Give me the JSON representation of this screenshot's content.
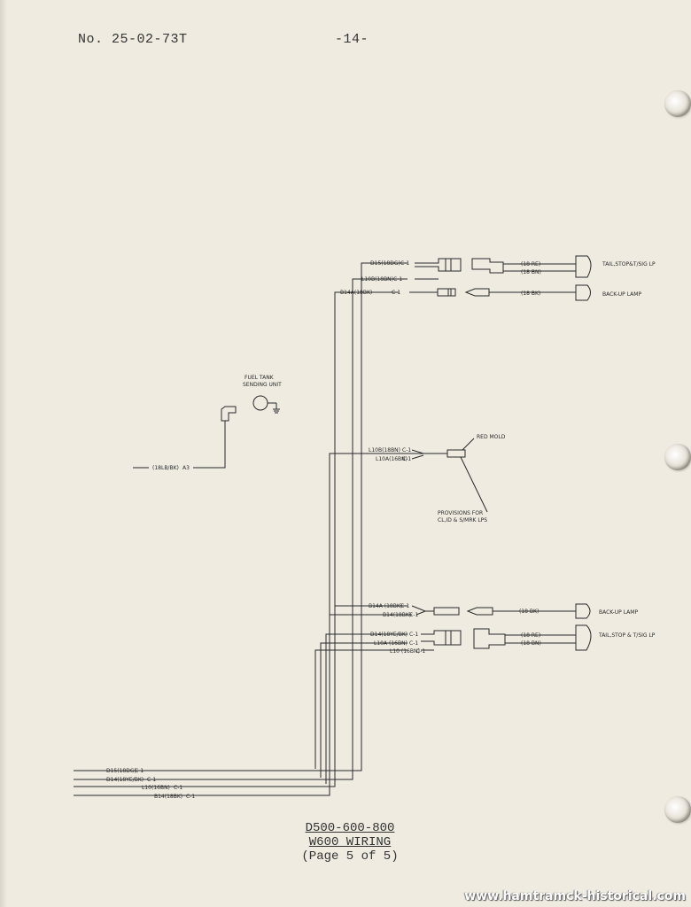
{
  "header": {
    "doc_number": "No. 25-02-73T",
    "page_number": "-14-"
  },
  "diagram": {
    "top_wires": {
      "d15": "D15(18DG)",
      "d15_conn": "C-1",
      "l10b": "L10B(18BN)",
      "l10b_conn": "C-1",
      "b14a": "B14A(18BK)",
      "b14a_conn": "C-1",
      "out_re": "(18 RE)",
      "out_bn": "(18 BN)",
      "out_bk": "(18 BK)"
    },
    "top_lamps": {
      "tail_label": "TAIL,STOP&T/SIG LP",
      "backup_label": "BACK-UP LAMP"
    },
    "fuel_tank": {
      "label_line1": "FUEL TANK",
      "label_line2": "SENDING UNIT",
      "wire": "(18LB/BK)",
      "conn": "A3"
    },
    "middle": {
      "l10b": "L10B(18BN)",
      "l10b_conn": "C-1",
      "l10a": "L10A(16BN)",
      "l10a_conn": "C-1",
      "red_mold": "RED MOLD",
      "provisions_line1": "PROVISIONS FOR",
      "provisions_line2": "CL,ID & S/MRK LPS"
    },
    "lower_wires": {
      "b14a": "B14A (18BK)",
      "b14a_conn": "C-1",
      "b14": "B14(18BK)",
      "b14_conn": "C-1",
      "d14": "D14(18YE/BK)",
      "d14_conn": "C-1",
      "l10a": "L10A (16BN)",
      "l10a_conn": "C-1",
      "l10": "L10 (16BN)",
      "l10_conn": "C-1",
      "out_bk": "(18-BK)",
      "out_re": "(18 RE)",
      "out_bn": "(18 BN)"
    },
    "lower_lamps": {
      "backup_label": "BACK-UP LAMP",
      "tail_label": "TAIL,STOP & T/SIG LP"
    },
    "bottom_wires": {
      "d15": "D15(18DG)",
      "d15_conn": "C-1",
      "d14": "D14(18YE/BK)",
      "d14_conn": "C-1",
      "l10": "L10(16BN)",
      "l10_conn": "C-1",
      "b14": "B14(18BK)",
      "b14_conn": "C-1"
    }
  },
  "caption": {
    "line1": "D500-600-800",
    "line2": "W600 WIRING",
    "line3": "(Page 5 of 5)"
  },
  "watermark": "www.hamtramck-historical.com"
}
